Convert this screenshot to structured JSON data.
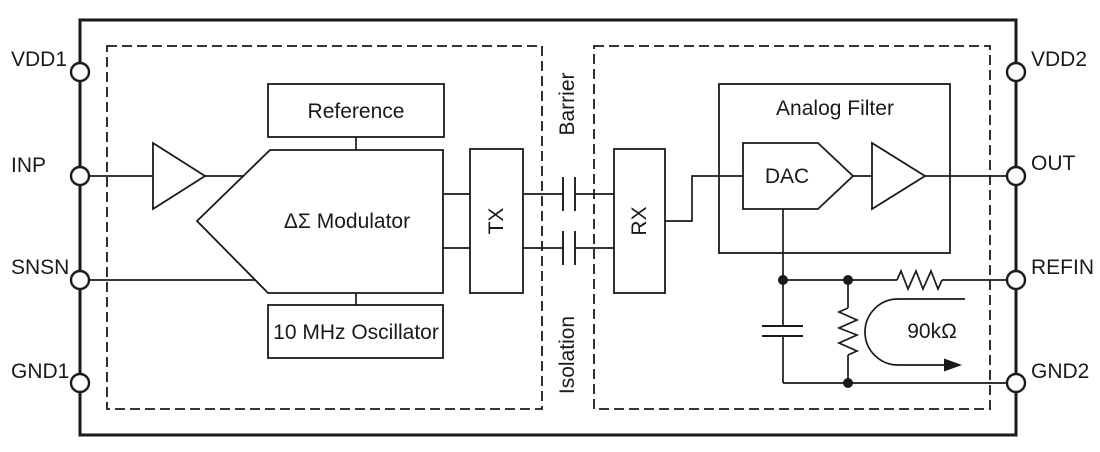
{
  "diagram": {
    "background": "#ffffff",
    "line_color": "#1a1a1a",
    "pins": {
      "left": [
        {
          "name": "VDD1"
        },
        {
          "name": "INP"
        },
        {
          "name": "SNSN"
        },
        {
          "name": "GND1"
        }
      ],
      "right": [
        {
          "name": "VDD2"
        },
        {
          "name": "OUT"
        },
        {
          "name": "REFIN"
        },
        {
          "name": "GND2"
        }
      ]
    },
    "blocks": {
      "reference": "Reference",
      "modulator": "ΔΣ Modulator",
      "oscillator": "10 MHz Oscillator",
      "tx": "TX",
      "rx": "RX",
      "analog_filter": "Analog Filter",
      "dac": "DAC"
    },
    "isolation_labels": {
      "barrier": "Barrier",
      "isolation": "Isolation"
    },
    "annotations": {
      "resistance": "90kΩ"
    }
  }
}
